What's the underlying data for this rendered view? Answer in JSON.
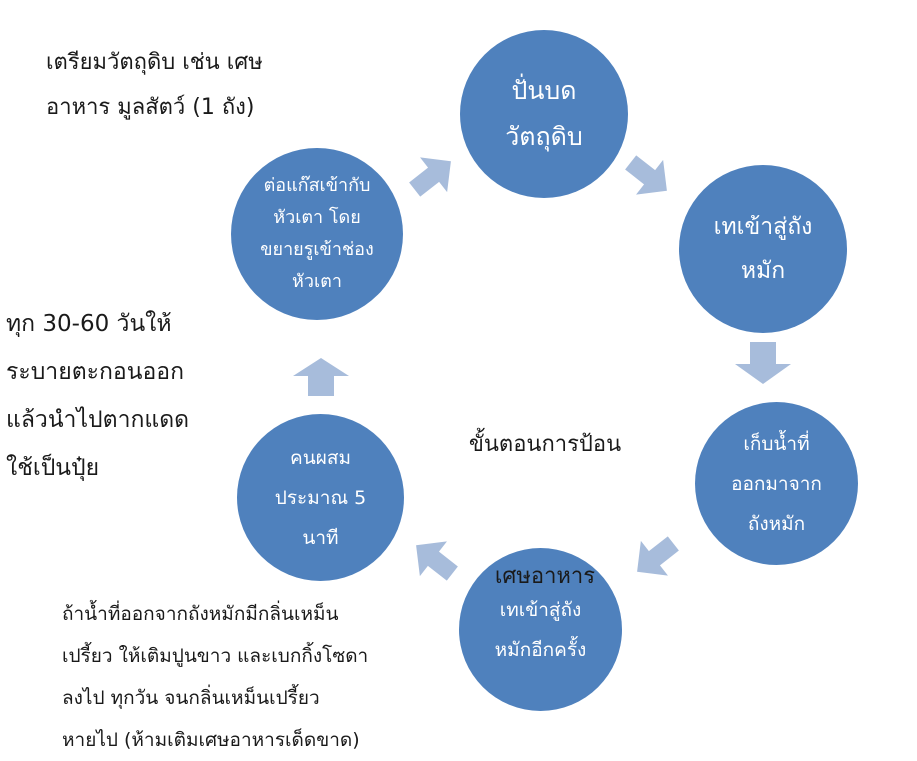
{
  "title": "ขั้นตอนการป้อนเศษอาหาร",
  "title_lines": [
    "ขั้นตอนการป้อน",
    "เศษอาหาร"
  ],
  "steps": [
    {
      "lines": [
        "ปั่นบด",
        "วัตถุดิบ"
      ]
    },
    {
      "lines": [
        "เทเข้าสู่ถัง",
        "หมัก"
      ]
    },
    {
      "lines": [
        "เก็บน้ำที่",
        "ออกมาจาก",
        "ถังหมัก"
      ]
    },
    {
      "lines": [
        "เทเข้าสู่ถัง",
        "หมักอีกครั้ง"
      ]
    },
    {
      "lines": [
        "คนผสม",
        "ประมาณ 5",
        "นาที"
      ]
    },
    {
      "lines": [
        "ต่อแก๊สเข้ากับ",
        "หัวเตา  โดย",
        "ขยายรูเข้าช่อง",
        "หัวเตา"
      ]
    }
  ],
  "notes": {
    "prepare": "เตรียมวัตถุดิบ เช่น เศษ\nอาหาร มูลสัตว์ (1 ถัง)",
    "drain": "ทุก 30-60 วันให้\nระบายตะกอนออก\nแล้วนำไปตากแดด\nใช้เป็นปุ๋ย",
    "smell": "ถ้าน้ำที่ออกจากถังหมักมีกลิ่นเหม็น\nเปรี้ยว ให้เติมปูนขาว และเบกกิ้งโซดา\nลงไป ทุกวัน จนกลิ่นเหม็นเปรี้ยว\nหายไป (ห้ามเติมเศษอาหารเด็ดขาด)"
  },
  "colors": {
    "node_fill": "#4f81bd",
    "node_text": "#ffffff",
    "arrow": "#a7bcdb",
    "text": "#1a1a1a"
  }
}
